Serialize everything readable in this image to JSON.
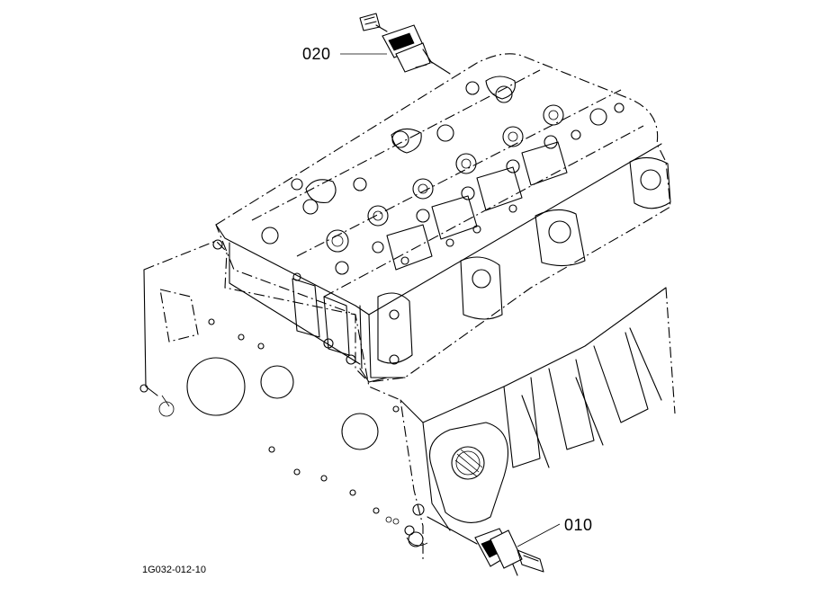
{
  "callouts": {
    "upper_part": "020",
    "lower_part": "010"
  },
  "drawing_id": "1G032-012-10"
}
